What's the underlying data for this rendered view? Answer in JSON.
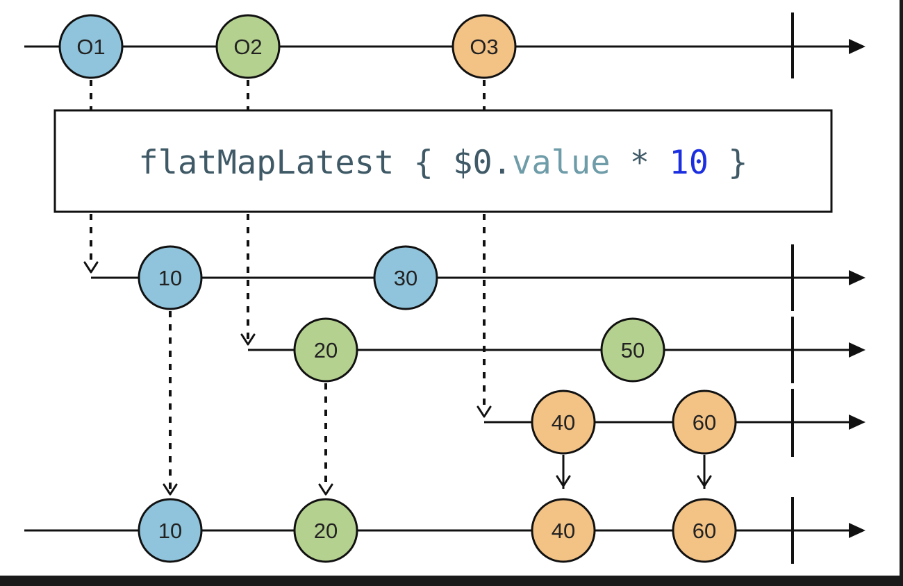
{
  "palette": {
    "blue": "#8fc4dc",
    "green": "#b5d18f",
    "orange": "#f3c285",
    "line": "#111111",
    "code_plain": "#3f5a66",
    "code_property": "#6e9ca8",
    "code_number": "#1c2fe0"
  },
  "operator": {
    "label": "flatMapLatest { $0.value * 10 }",
    "tokens": [
      {
        "text": "flatMapLatest { $0.",
        "role": "plain"
      },
      {
        "text": "value",
        "role": "property"
      },
      {
        "text": " * ",
        "role": "plain"
      },
      {
        "text": "10",
        "role": "number"
      },
      {
        "text": " }",
        "role": "plain"
      }
    ]
  },
  "source_stream": {
    "marbles": [
      {
        "label": "O1",
        "color": "blue"
      },
      {
        "label": "O2",
        "color": "green"
      },
      {
        "label": "O3",
        "color": "orange"
      }
    ]
  },
  "inner_streams": [
    {
      "source": "O1",
      "marbles": [
        {
          "label": "10",
          "color": "blue"
        },
        {
          "label": "30",
          "color": "blue"
        }
      ]
    },
    {
      "source": "O2",
      "marbles": [
        {
          "label": "20",
          "color": "green"
        },
        {
          "label": "50",
          "color": "green"
        }
      ]
    },
    {
      "source": "O3",
      "marbles": [
        {
          "label": "40",
          "color": "orange"
        },
        {
          "label": "60",
          "color": "orange"
        }
      ]
    }
  ],
  "output_stream": {
    "marbles": [
      {
        "label": "10",
        "color": "blue"
      },
      {
        "label": "20",
        "color": "green"
      },
      {
        "label": "40",
        "color": "orange"
      },
      {
        "label": "60",
        "color": "orange"
      }
    ]
  }
}
